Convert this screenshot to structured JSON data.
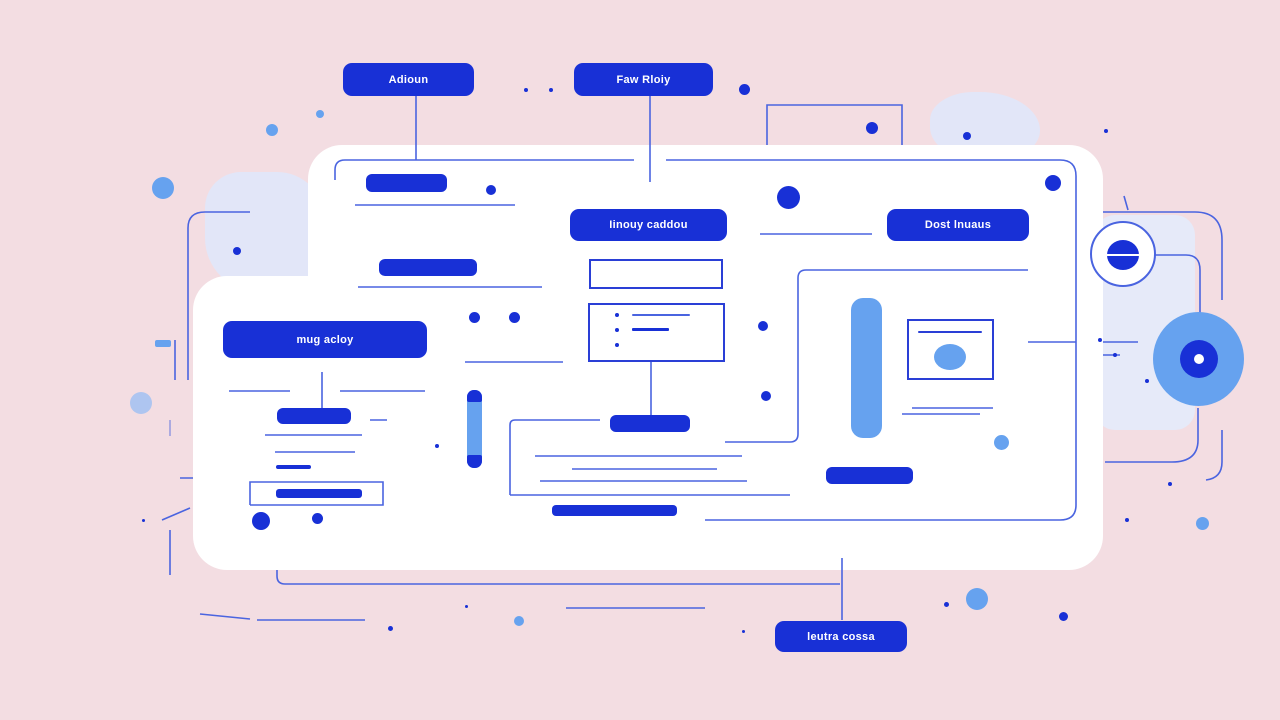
{
  "labels": {
    "top_left": "Adioun",
    "top_center": "Faw Rloiy",
    "bottom_center": "leutra cossa",
    "center_card": "Iinouy caddou",
    "right_card": "Dost lnuaus",
    "left_card": "mug acloy"
  },
  "colors": {
    "background": "#f3dde2",
    "card": "#ffffff",
    "primary": "#1830d6",
    "accent": "#66a2ef",
    "line": "#4a64e0"
  }
}
